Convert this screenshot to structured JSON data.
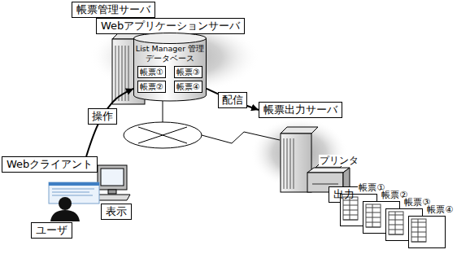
{
  "diagram": {
    "nodes": [
      {
        "text": [
          "帳票管理サーバ"
        ]
      },
      {
        "text": [
          "Webアプリケーションサーバ"
        ]
      },
      {
        "text": [
          "List Manager 管理データベース"
        ]
      },
      {
        "text": [
          "帳票①"
        ],
        "in": 2
      },
      {
        "text": [
          "帳票③"
        ],
        "in": 2
      },
      {
        "text": [
          "帳票②"
        ],
        "in": 2
      },
      {
        "text": [
          "帳票④"
        ],
        "in": 2
      },
      {
        "text": [
          "帳票出力サーバ"
        ]
      },
      {
        "text": [
          "Webクライアント"
        ]
      },
      {
        "text": [
          "表示"
        ]
      },
      {
        "text": [
          "ユーザ"
        ]
      },
      {
        "text": [
          "出力"
        ]
      },
      {
        "text": [
          "帳票①"
        ]
      },
      {
        "text": [
          "帳票②"
        ]
      },
      {
        "text": [
          "帳票③"
        ]
      },
      {
        "text": [
          "帳票④"
        ]
      }
    ],
    "edges": [
      {
        "from": 8,
        "to": 2,
        "arrow": "to",
        "label": "操作"
      },
      {
        "from": 2,
        "to": 7,
        "arrow": "to",
        "label": "配信"
      }
    ],
    "labels": [
      "プリンタ"
    ]
  }
}
